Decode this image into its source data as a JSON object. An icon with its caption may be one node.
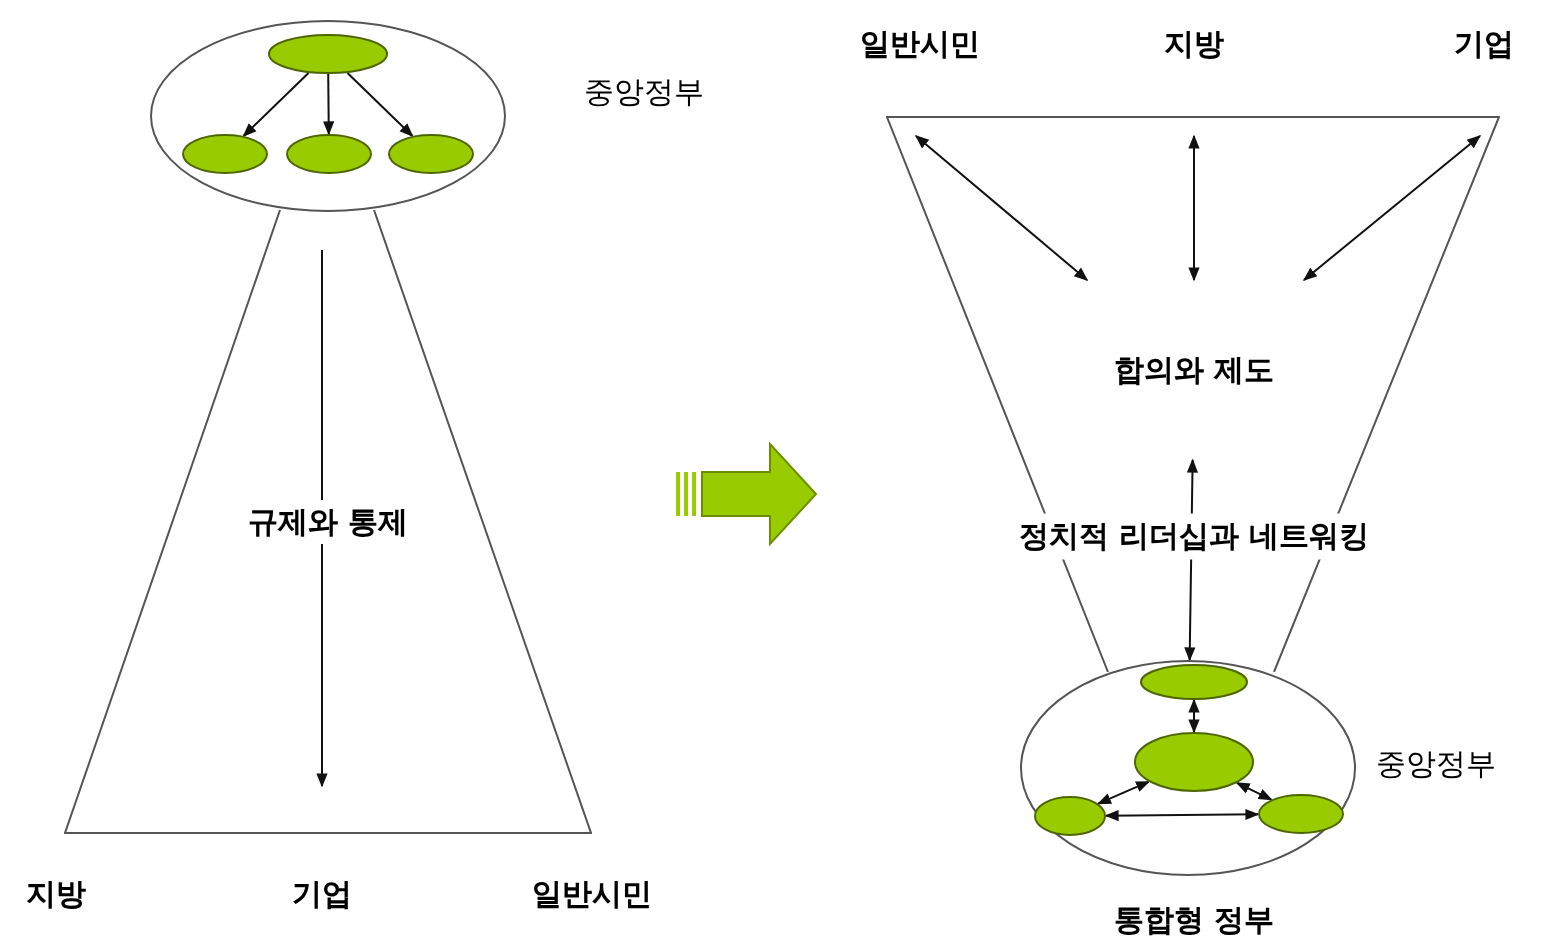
{
  "diagram": {
    "nodes": [
      {
        "text": [
          "중앙정부"
        ]
      },
      {
        "text": [],
        "shape": "circle",
        "in": 0
      },
      {
        "text": [],
        "shape": "circle",
        "in": 0
      },
      {
        "text": [],
        "shape": "circle",
        "in": 0
      },
      {
        "text": [],
        "shape": "circle",
        "in": 0
      },
      {
        "text": [
          "규제와 통제"
        ]
      },
      {
        "text": [],
        "shape": "trapezoid"
      },
      {
        "text": [
          "합의와 제도"
        ],
        "in": 6
      },
      {
        "text": [
          "중앙정부"
        ]
      },
      {
        "text": [],
        "shape": "circle",
        "in": 8
      },
      {
        "text": [],
        "shape": "circle",
        "in": 8
      },
      {
        "text": [],
        "shape": "circle",
        "in": 8
      },
      {
        "text": [],
        "shape": "circle",
        "in": 8
      }
    ],
    "edges": [
      {
        "from": 1,
        "to": 2,
        "arrow": "to"
      },
      {
        "from": 1,
        "to": 3,
        "arrow": "to"
      },
      {
        "from": 1,
        "to": 4,
        "arrow": "to"
      },
      {
        "from": null,
        "to": 7,
        "arrow": "both"
      },
      {
        "from": null,
        "to": 7,
        "arrow": "both"
      },
      {
        "from": null,
        "to": 7,
        "arrow": "both"
      },
      {
        "from": 7,
        "to": 8,
        "arrow": "both"
      },
      {
        "from": 9,
        "to": 10,
        "arrow": "both"
      },
      {
        "from": 10,
        "to": 11,
        "arrow": "both"
      },
      {
        "from": 10,
        "to": 12,
        "arrow": "both"
      },
      {
        "from": 11,
        "to": 12,
        "arrow": "both"
      }
    ],
    "labels": [
      "지방",
      "기업",
      "일반시민",
      "일반시민",
      "지방",
      "기업",
      "정치적 리더십과 네트워킹",
      "통합형 정부"
    ]
  }
}
